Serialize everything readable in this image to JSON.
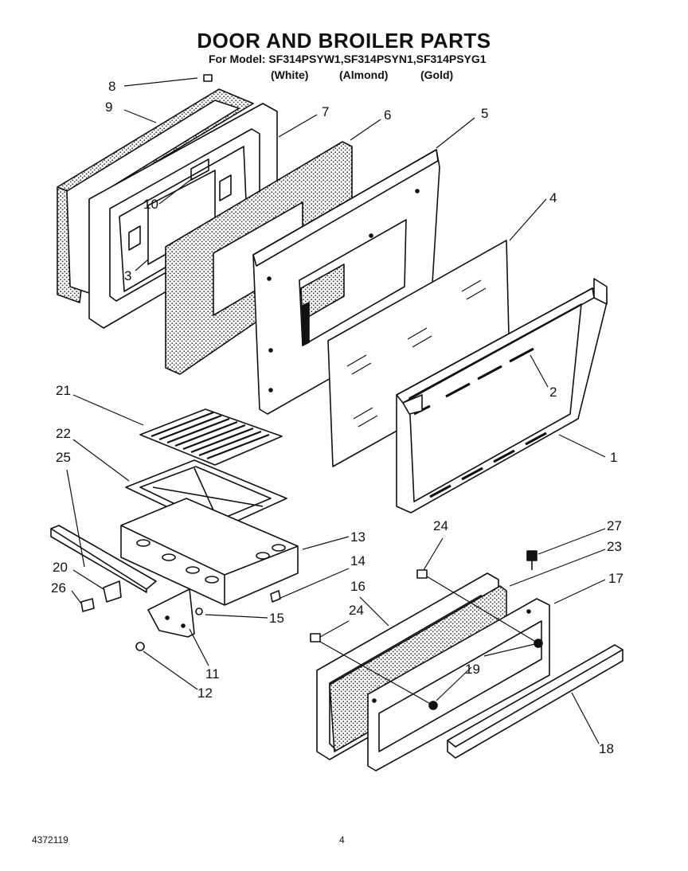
{
  "header": {
    "title": "DOOR AND BROILER PARTS",
    "model_line": "For Model: SF314PSYW1,SF314PSYN1,SF314PSYG1",
    "colors": [
      "(White)",
      "(Almond)",
      "(Gold)"
    ]
  },
  "callouts": [
    "1",
    "2",
    "3",
    "4",
    "5",
    "6",
    "7",
    "8",
    "9",
    "10",
    "11",
    "12",
    "13",
    "14",
    "15",
    "16",
    "17",
    "18",
    "19",
    "20",
    "21",
    "22",
    "23",
    "24",
    "24",
    "25",
    "26",
    "27"
  ],
  "footer": {
    "doc_number": "4372119",
    "page_number": "4"
  }
}
